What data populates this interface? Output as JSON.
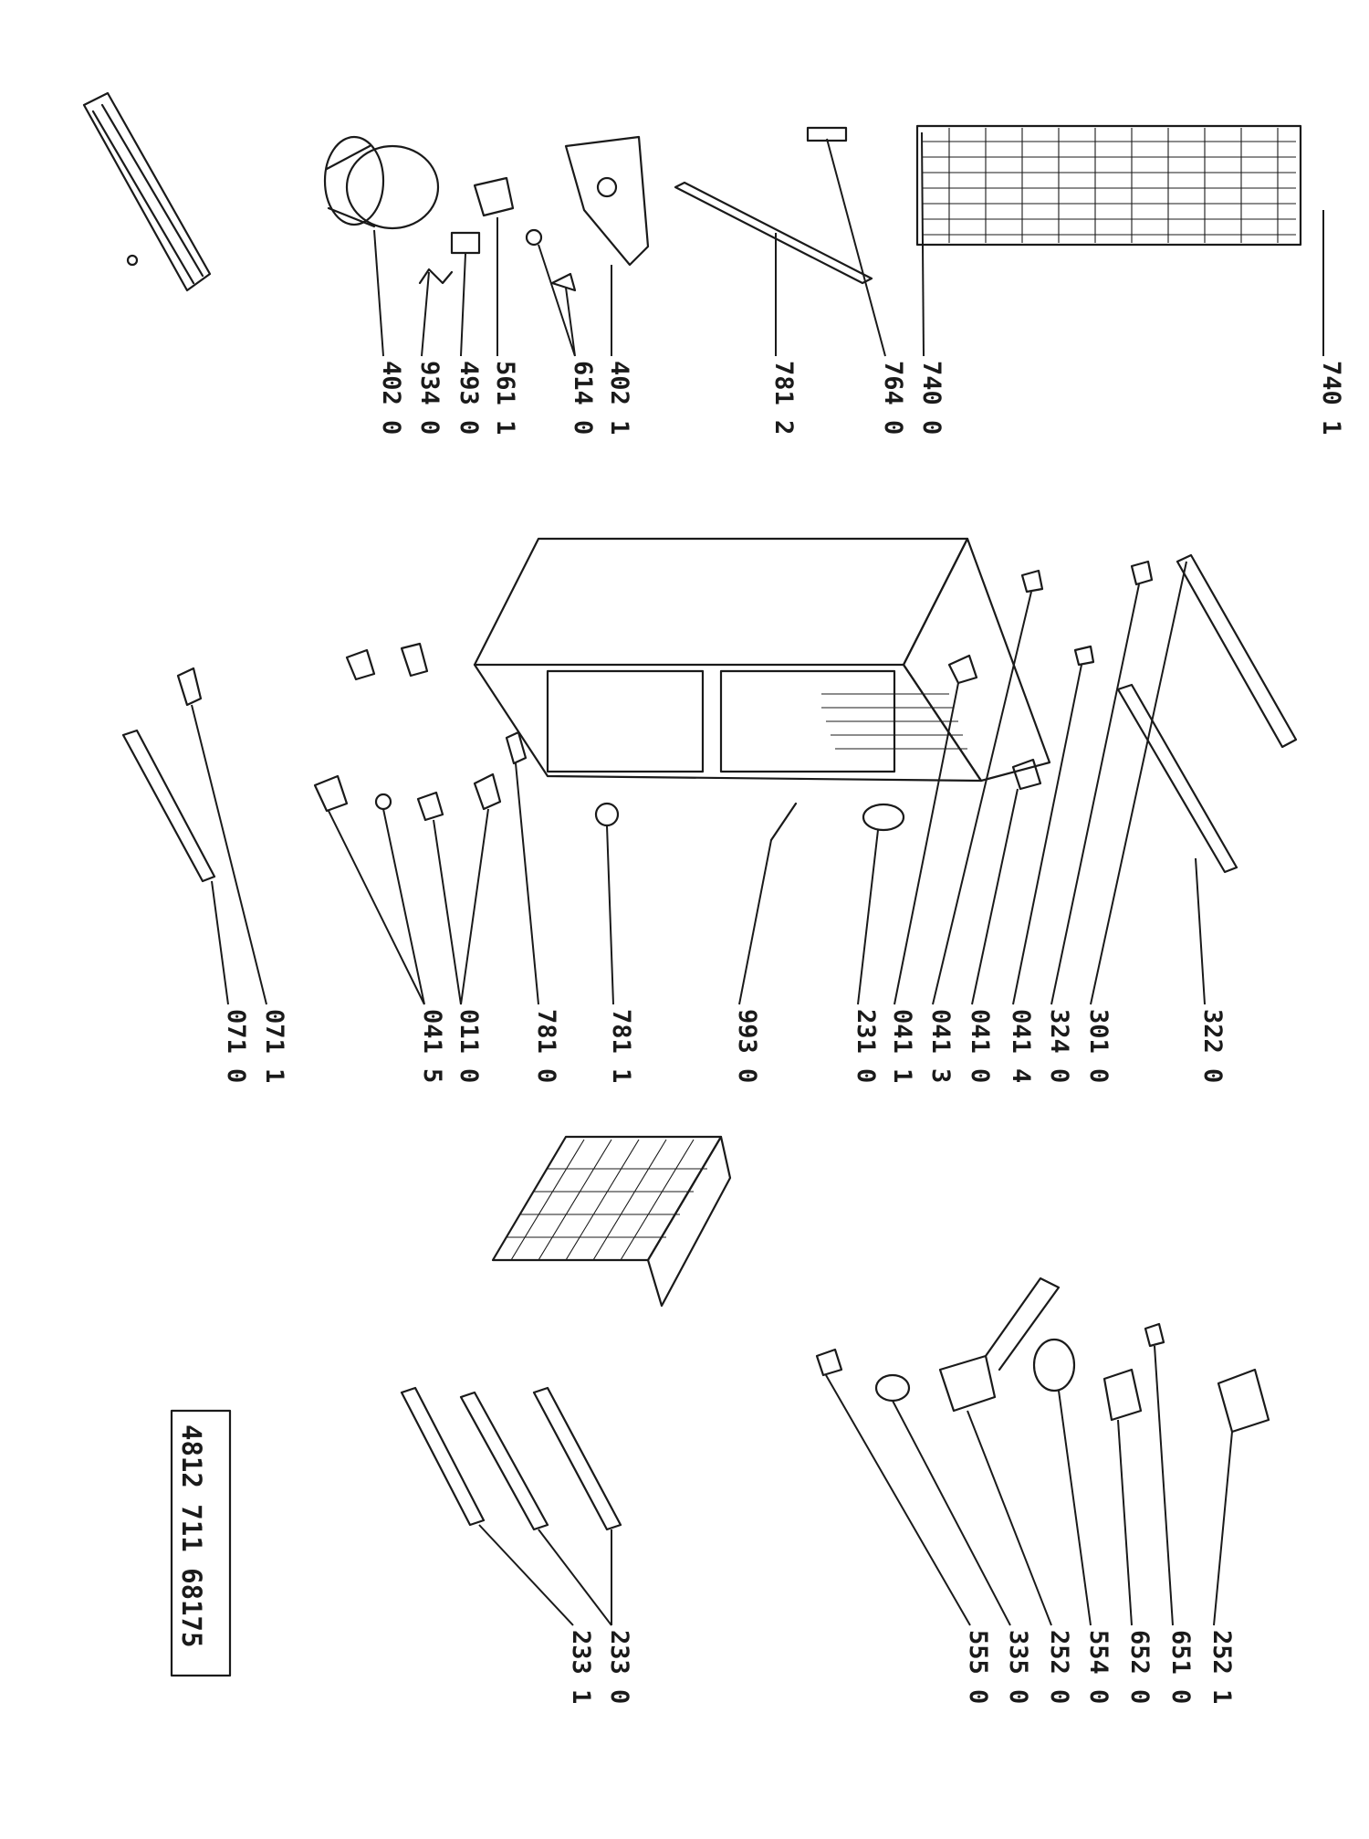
{
  "reference_number": "4812  711  68175",
  "part_labels": {
    "l4020": "402 0",
    "l9340": "934 0",
    "l4930": "493 0",
    "l5611": "561 1",
    "l6140": "614 0",
    "l4021": "402 1",
    "l7812": "781 2",
    "l7640": "764 0",
    "l7400": "740 0",
    "l7401": "740 1",
    "l0710": "071 0",
    "l0711": "071 1",
    "l0415": "041 5",
    "l0110": "011 0",
    "l7810": "781 0",
    "l7811": "781 1",
    "l9930": "993 0",
    "l2310": "231 0",
    "l0411": "041 1",
    "l0413": "041 3",
    "l0410": "041 0",
    "l0414": "041 4",
    "l3240": "324 0",
    "l3010": "301 0",
    "l3220": "322 0",
    "l2331": "233 1",
    "l2330": "233 0",
    "l5550": "555 0",
    "l3350": "335 0",
    "l2520": "252 0",
    "l5540": "554 0",
    "l6520": "652 0",
    "l6510": "651 0",
    "l2521": "252 1"
  }
}
